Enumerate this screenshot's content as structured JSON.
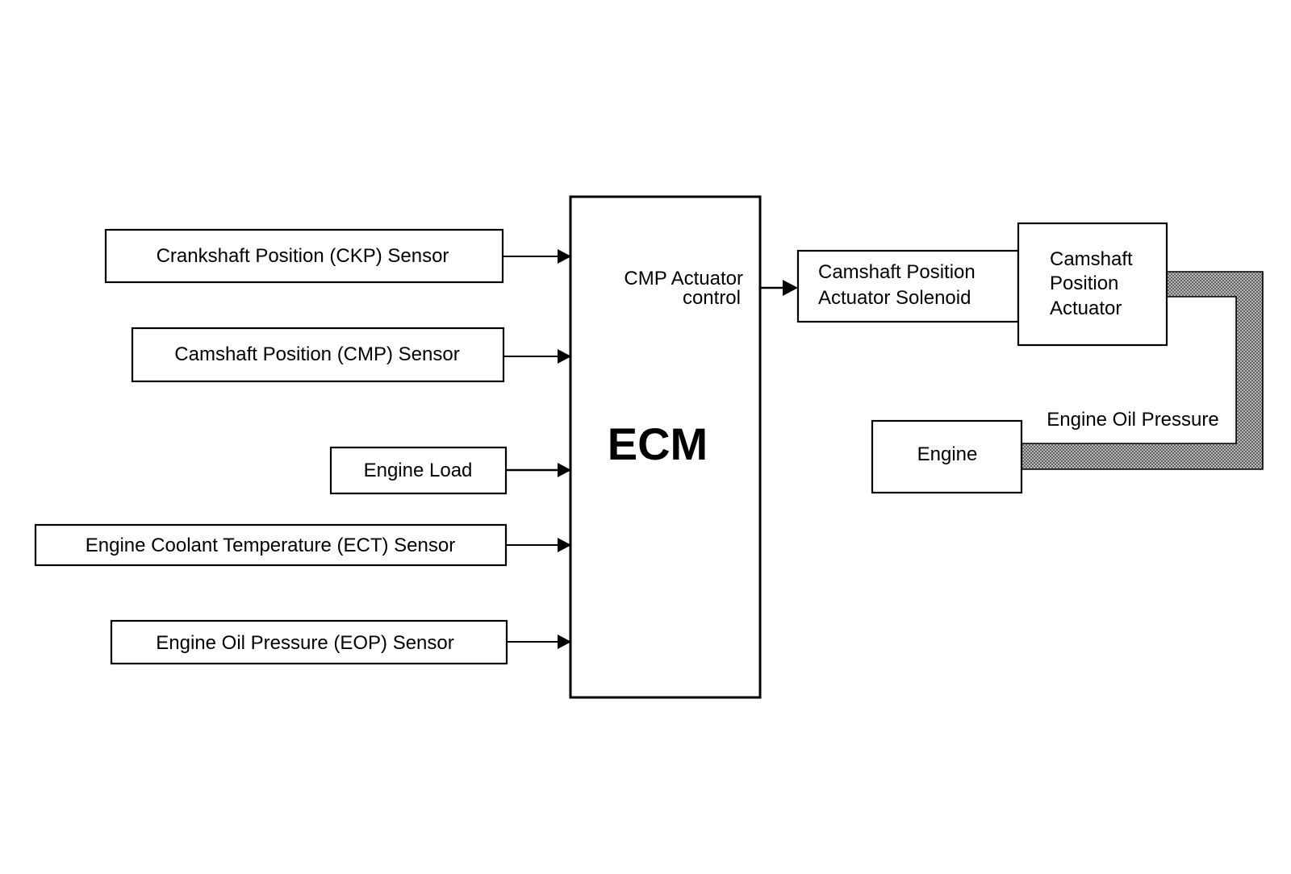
{
  "diagram": {
    "inputs": [
      {
        "label": "Crankshaft Position (CKP) Sensor"
      },
      {
        "label": "Camshaft Position (CMP) Sensor"
      },
      {
        "label": "Engine Load"
      },
      {
        "label": "Engine Coolant Temperature (ECT) Sensor"
      },
      {
        "label": "Engine Oil Pressure (EOP) Sensor"
      }
    ],
    "ecm": {
      "label": "ECM",
      "output_label_line1": "CMP Actuator",
      "output_label_line2": "control"
    },
    "solenoid": {
      "line1": "Camshaft Position",
      "line2": "Actuator Solenoid"
    },
    "actuator": {
      "line1": "Camshaft",
      "line2": "Position",
      "line3": "Actuator"
    },
    "engine": {
      "label": "Engine"
    },
    "oil_path": {
      "label": "Engine Oil Pressure"
    },
    "colors": {
      "line": "#000000",
      "background": "#ffffff",
      "oil_fill": "#9a9a9a"
    }
  }
}
